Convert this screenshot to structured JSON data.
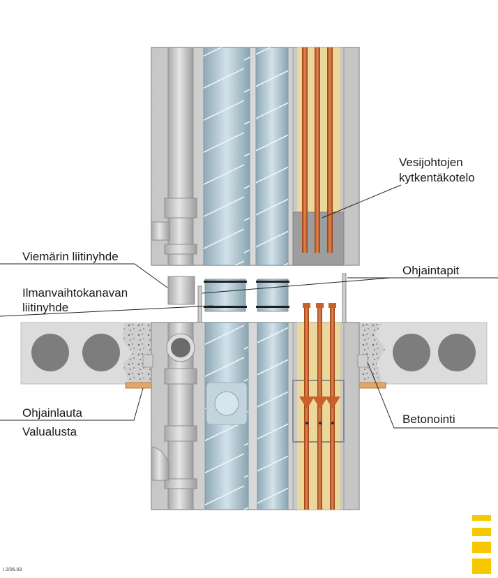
{
  "labels": {
    "water_box_line1": "Vesijohtojen",
    "water_box_line2": "kytkentäkotelo",
    "sewer_connector": "Viemärin liitinyhde",
    "vent_connector_line1": "Ilmanvaihtokanavan",
    "vent_connector_line2": "liitinyhde",
    "guide_pins": "Ohjaintapit",
    "guide_board": "Ohjainlauta",
    "casting_base": "Valualusta",
    "concreting": "Betonointi"
  },
  "footer": {
    "code": "I 2/06.03"
  },
  "colors": {
    "module_body": "#d3d3d3",
    "module_edge": "#9a9a9a",
    "duct_blue": "#b7ccd6",
    "pipe_grey": "#bdbdbd",
    "copper": "#c8602a",
    "insulation": "#ecd79a",
    "slab": "#dcdcdc",
    "hollow_core": "#7d7d7d",
    "board": "#e0a765",
    "logo_yellow": "#f6c800"
  }
}
